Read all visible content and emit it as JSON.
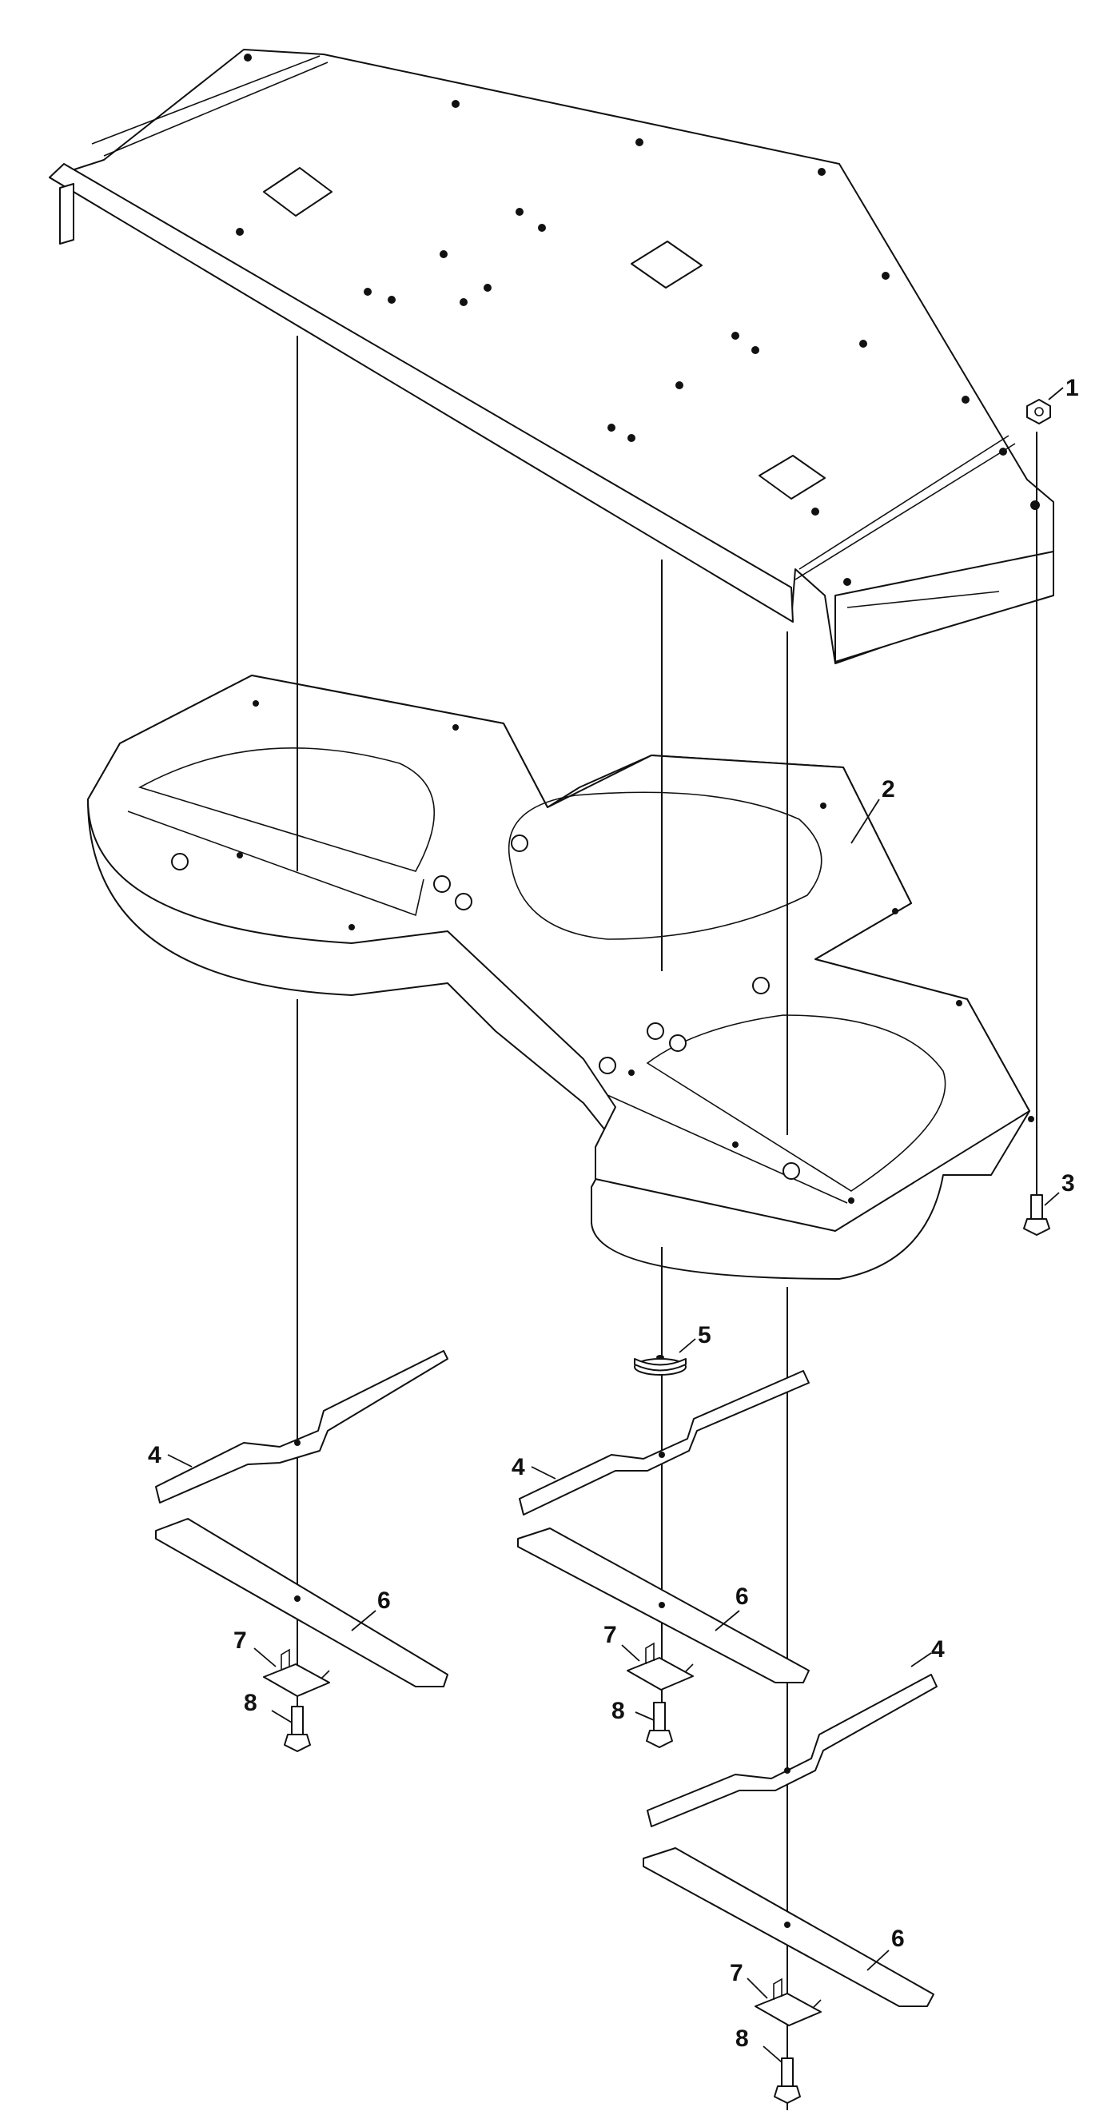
{
  "callouts": {
    "c1": "1",
    "c2": "2",
    "c3": "3",
    "c4a": "4",
    "c4b": "4",
    "c4c": "4",
    "c5": "5",
    "c6a": "6",
    "c6b": "6",
    "c6c": "6",
    "c7a": "7",
    "c7b": "7",
    "c7c": "7",
    "c8a": "8",
    "c8b": "8",
    "c8c": "8"
  },
  "colors": {
    "line": "#111111",
    "background": "#ffffff"
  }
}
